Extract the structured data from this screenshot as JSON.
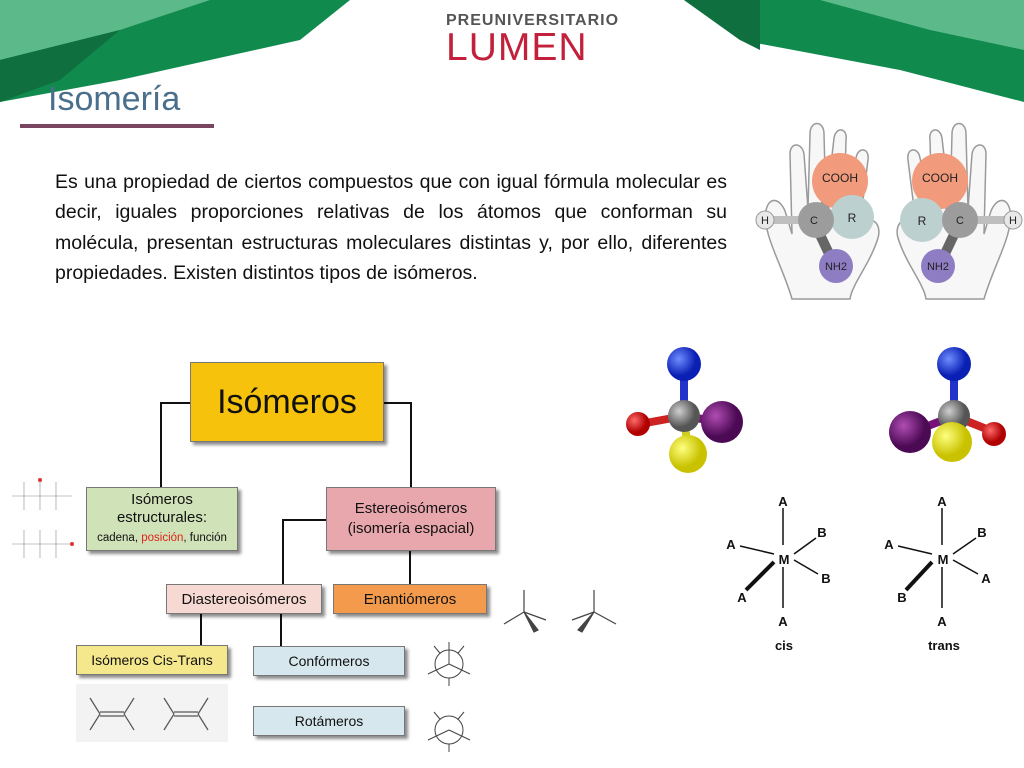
{
  "header": {
    "logo_top": "PREUNIVERSITARIO",
    "logo_main": "LUMEN"
  },
  "slide": {
    "title": "Isomería",
    "description": "Es una propiedad de ciertos compuestos que con igual fórmula molecular es decir, iguales proporciones relativas de los átomos que conforman su molécula, presentan estructuras moleculares distintas y, por ello, diferentes propiedades. Existen distintos tipos de isómeros."
  },
  "diagram": {
    "root": "Isómeros",
    "structural_line1": "Isómeros",
    "structural_line2": "estructurales:",
    "structural_sub_a": "cadena, ",
    "structural_sub_b": "posición",
    "structural_sub_c": ", función",
    "stereo_line1": "Estereoisómeros",
    "stereo_line2": "(isomería espacial)",
    "diastereo": "Diastereoisómeros",
    "enantiomers": "Enantiómeros",
    "cis_trans": "Isómeros Cis-Trans",
    "conformers": "Confórmeros",
    "rotamers": "Rotámeros"
  },
  "hands_labels": {
    "cooh": "COOH",
    "r": "R",
    "c": "C",
    "h": "H",
    "nh2": "NH2"
  },
  "octahedral": {
    "cis_label": "cis",
    "trans_label": "trans",
    "metal": "M",
    "ligand_a": "A",
    "ligand_b": "B"
  },
  "colors": {
    "green_dark": "#118a4e",
    "green_light": "#5bb98a",
    "brand_red": "#c2203b",
    "title_blue": "#4a6f8c"
  }
}
